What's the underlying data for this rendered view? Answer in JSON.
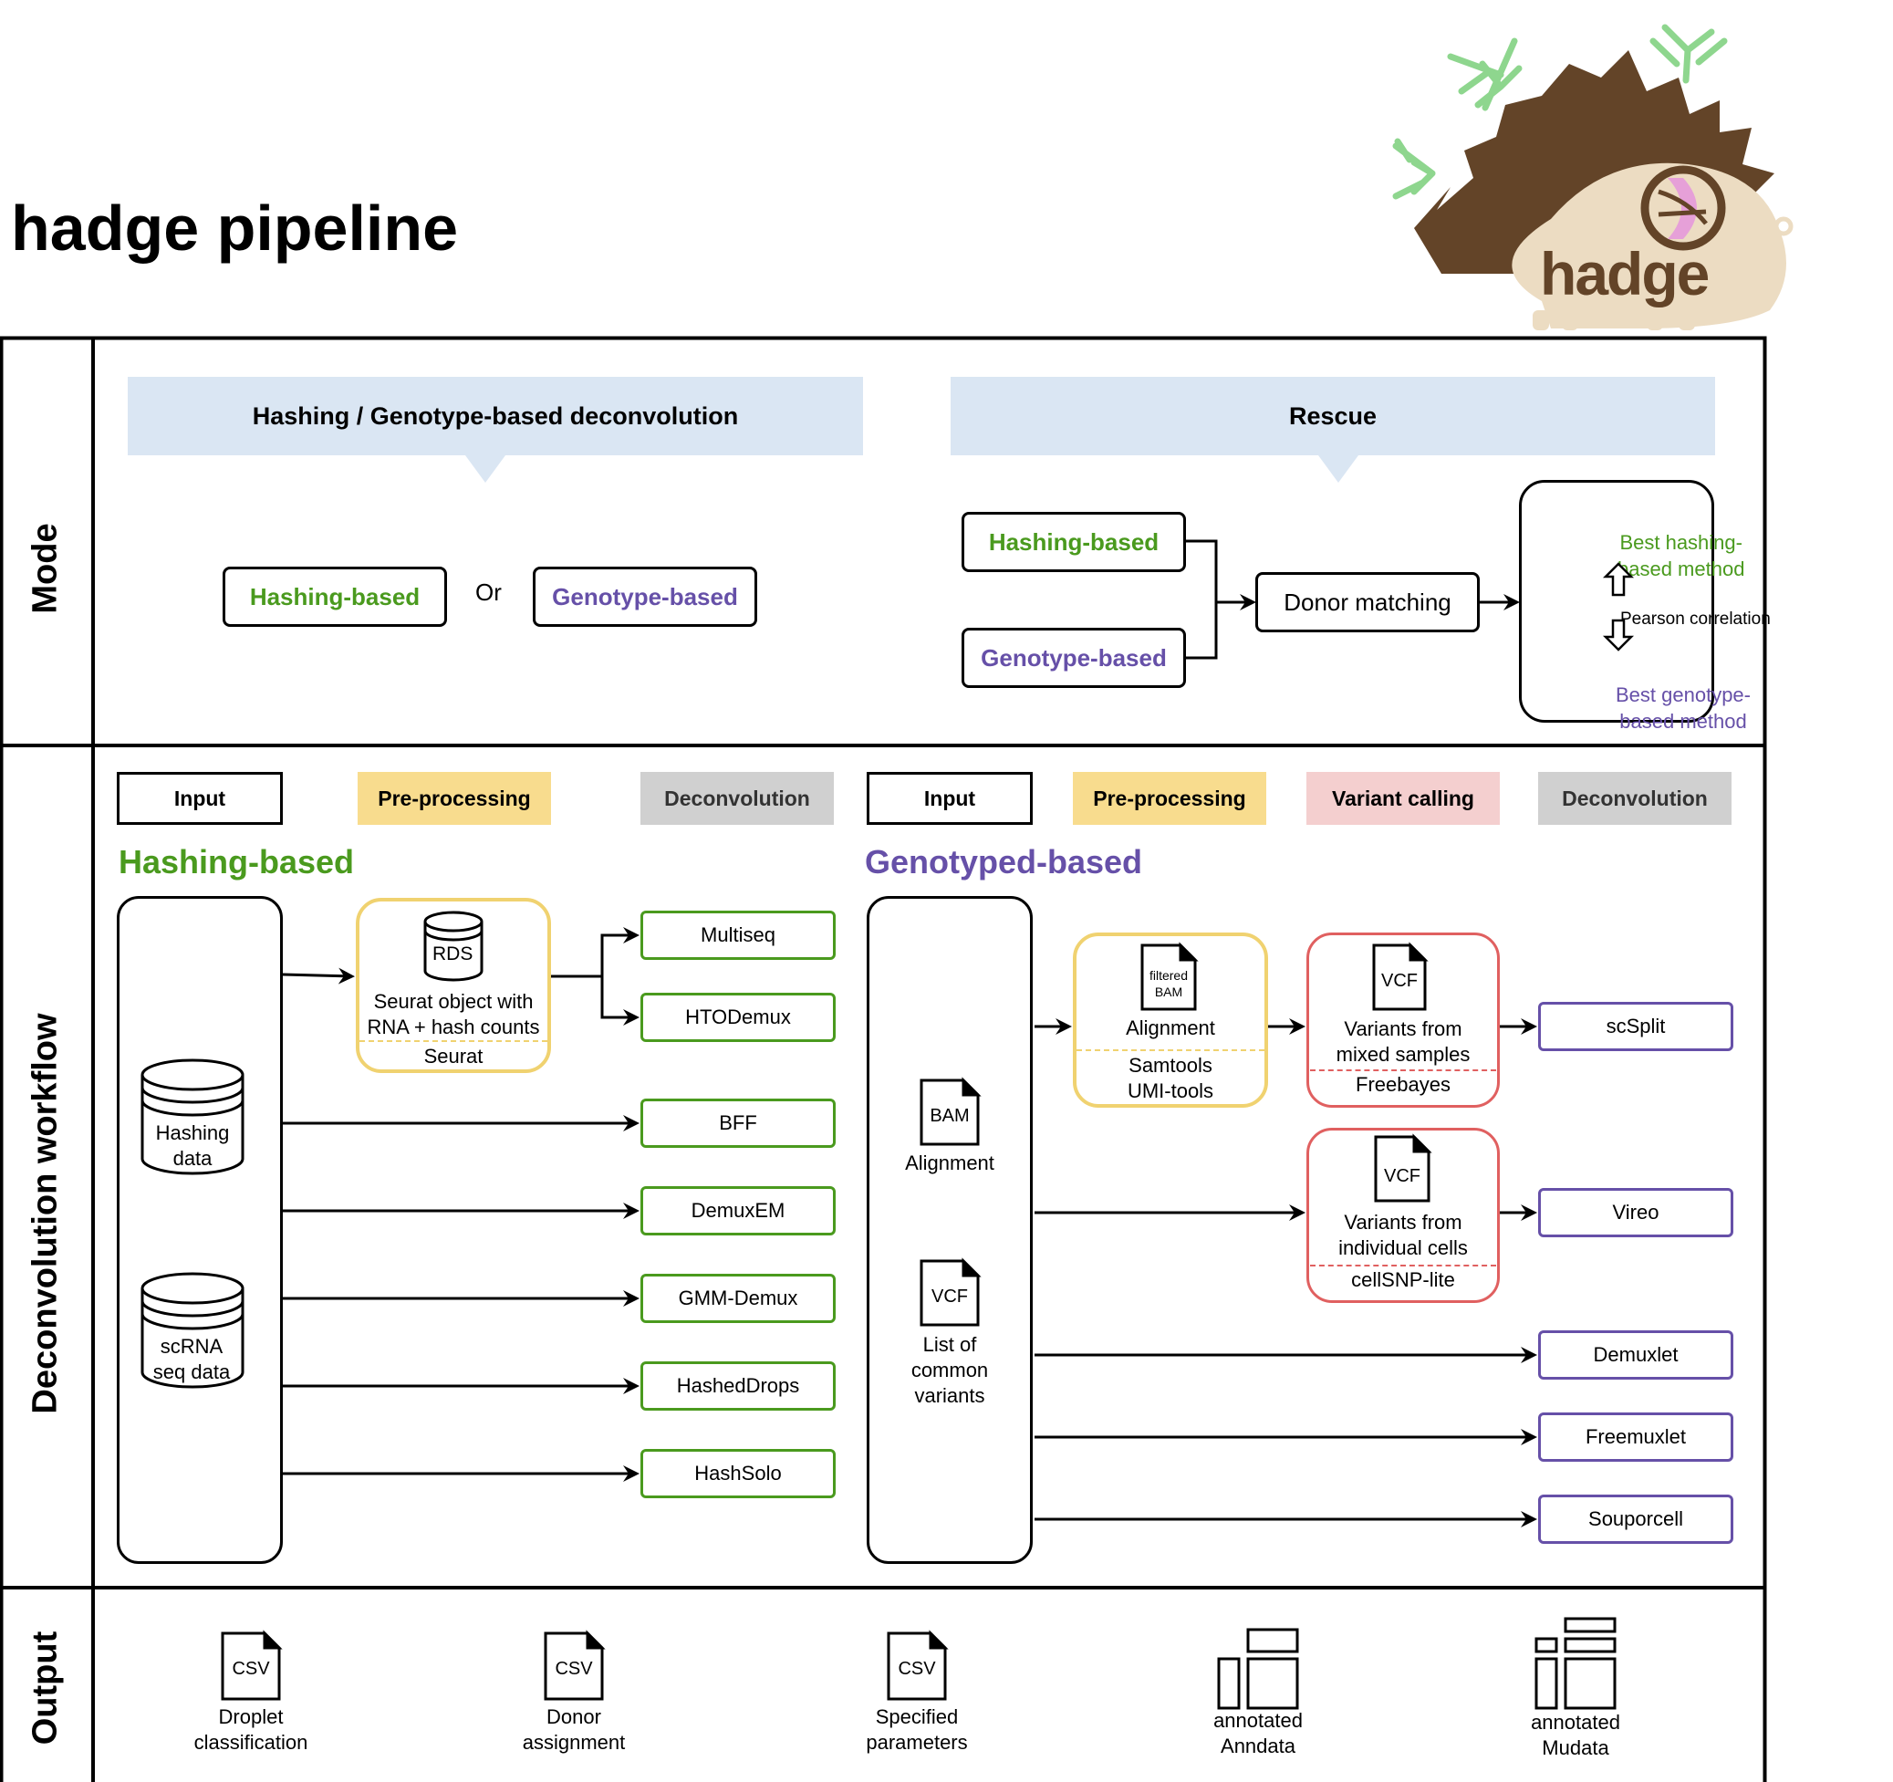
{
  "title": "hadge pipeline",
  "logo": {
    "text": "hadge"
  },
  "rows": {
    "mode": "Mode",
    "workflow": "Deconvolution workflow",
    "output": "Output"
  },
  "mode": {
    "left_banner": "Hashing / Genotype-based deconvolution",
    "right_banner": "Rescue",
    "hashing_based": "Hashing-based",
    "or": "Or",
    "genotype_based": "Genotype-based",
    "donor_matching": "Donor matching",
    "best_hashing": "Best hashing-\nbased method",
    "pearson": "Pearson correlation",
    "best_genotype": "Best genotype-\nbased method"
  },
  "workflow": {
    "left_headers": [
      "Input",
      "Pre-processing",
      "Deconvolution"
    ],
    "right_headers": [
      "Input",
      "Pre-processing",
      "Variant calling",
      "Deconvolution"
    ],
    "header_colors": {
      "input": "#ffffff",
      "preprocessing": "#f8dc8e",
      "variant": "#f4cfcf",
      "deconvolution": "#d0d0d0"
    },
    "hashing_title": "Hashing-based",
    "genotyped_title": "Genotyped-based",
    "hashing_inputs": [
      "Hashing\ndata",
      "scRNA\nseq data"
    ],
    "rds_label": "RDS",
    "seurat_desc": "Seurat object with\nRNA + hash counts",
    "seurat_tool": "Seurat",
    "hashing_methods": [
      "Multiseq",
      "HTODemux",
      "BFF",
      "DemuxEM",
      "GMM-Demux",
      "HashedDrops",
      "HashSolo"
    ],
    "geno_inputs": {
      "bam_label": "BAM",
      "bam_desc": "Alignment",
      "vcf_label": "VCF",
      "vcf_desc": "List of\ncommon\nvariants"
    },
    "filtered_bam": "filtered\nBAM",
    "alignment": "Alignment",
    "samtools": "Samtools\nUMI-tools",
    "vcf1_label": "VCF",
    "variants_mixed": "Variants from\nmixed samples",
    "freebayes": "Freebayes",
    "vcf2_label": "VCF",
    "variants_individual": "Variants from\nindividual cells",
    "cellsnp": "cellSNP-lite",
    "genotype_methods": [
      "scSplit",
      "Vireo",
      "Demuxlet",
      "Freemuxlet",
      "Souporcell"
    ]
  },
  "output": {
    "items": [
      {
        "icon": "CSV",
        "label": "Droplet\nclassification"
      },
      {
        "icon": "CSV",
        "label": "Donor\nassignment"
      },
      {
        "icon": "CSV",
        "label": "Specified\nparameters"
      },
      {
        "icon": "",
        "label": "annotated\nAnndata"
      },
      {
        "icon": "",
        "label": "annotated\nMudata"
      }
    ]
  },
  "colors": {
    "green": "#4a9a1e",
    "purple": "#6650a8",
    "banner": "#dae6f3",
    "logo_brown": "#634428",
    "logo_cream": "#ecdcc2",
    "antibody_green": "#8ed68e",
    "logo_pink": "#e6a0d8"
  }
}
